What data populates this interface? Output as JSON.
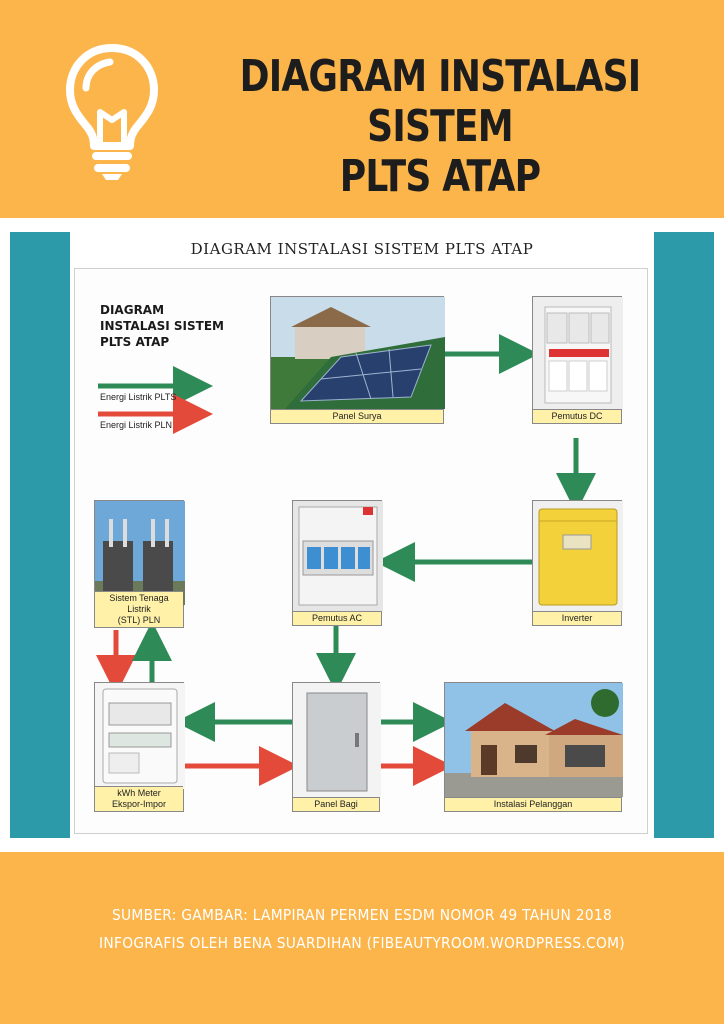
{
  "header": {
    "title_line1": "DIAGRAM INSTALASI SISTEM",
    "title_line2": "PLTS ATAP",
    "icon": "lightbulb-icon"
  },
  "diagram": {
    "heading": "DIAGRAM INSTALASI SISTEM PLTS ATAP",
    "legend_title_line1": "DIAGRAM",
    "legend_title_line2": "INSTALASI SISTEM",
    "legend_title_line3": "PLTS ATAP",
    "legend": [
      {
        "label": "Energi Listrik PLTS",
        "color": "#2e8b57"
      },
      {
        "label": "Energi Listrik PLN",
        "color": "#e34a3a"
      }
    ],
    "nodes": {
      "panel_surya": "Panel Surya",
      "pemutus_dc": "Pemutus DC",
      "inverter": "Inverter",
      "pemutus_ac": "Pemutus AC",
      "stl_line1": "Sistem Tenaga Listrik",
      "stl_line2": "(STL) PLN",
      "kwh_line1": "kWh Meter",
      "kwh_line2": "Ekspor-Impor",
      "panel_bagi": "Panel Bagi",
      "instalasi": "Instalasi Pelanggan"
    }
  },
  "footer": {
    "line1": "SUMBER: GAMBAR: LAMPIRAN PERMEN ESDM NOMOR 49 TAHUN 2018",
    "line2": "INFOGRAFIS OLEH BENA SUARDIHAN (FIBEAUTYROOM.WORDPRESS.COM)"
  },
  "colors": {
    "background": "#fbb54b",
    "teal": "#2c9aa8",
    "plts_arrow": "#2e8b57",
    "pln_arrow": "#e34a3a"
  }
}
